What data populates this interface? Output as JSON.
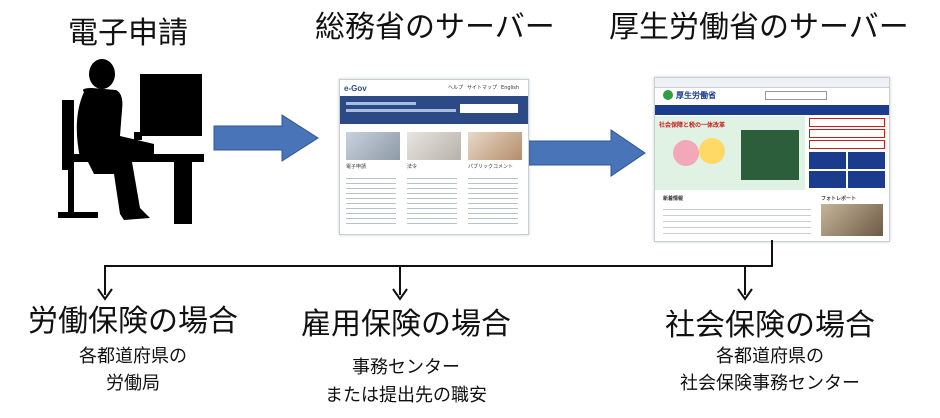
{
  "headers": {
    "e_application": "電子申請",
    "soumu_server": "総務省のサーバー",
    "mhlw_server": "厚生労働省のサーバー"
  },
  "cases": [
    {
      "title": "労働保険の場合",
      "lines": [
        "各都道府県の",
        "労働局"
      ]
    },
    {
      "title": "雇用保険の場合",
      "lines": [
        "事務センター",
        "または提出先の職安"
      ]
    },
    {
      "title": "社会保険の場合",
      "lines": [
        "各都道府県の",
        "社会保険事務センター"
      ]
    }
  ],
  "egov_screenshot": {
    "logo": "e-Gov",
    "nav_items": [
      "ヘルプ",
      "サイトマップ",
      "English"
    ],
    "card_titles": [
      "電子申請",
      "法令",
      "パブリックコメント"
    ]
  },
  "mhlw_screenshot": {
    "logo": "厚生労働省",
    "banner_text": "社会保障と税の一体改革",
    "news_title": "新着情報",
    "photo_title": "フォトレポート"
  },
  "colors": {
    "arrow_fill": "#4a74b8",
    "egov_blue": "#2c4a86",
    "mhlw_green": "#2f9d44",
    "mhlw_red": "#c81e1e",
    "mhlw_blue": "#1b3c8c"
  }
}
